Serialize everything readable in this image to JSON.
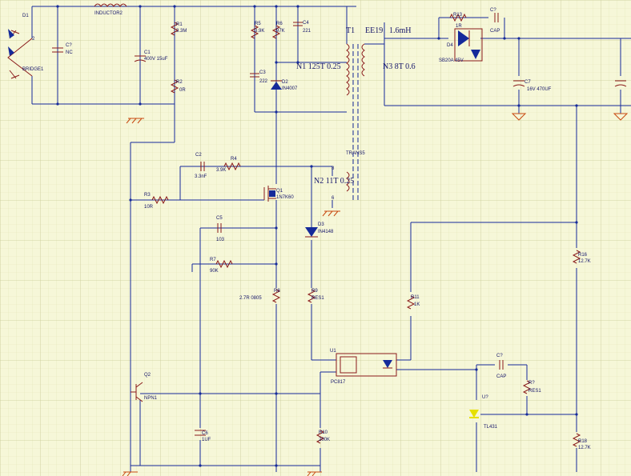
{
  "components": {
    "d1": {
      "ref": "D1",
      "value": "BRIDGE1",
      "pin": "2"
    },
    "l1": {
      "value": "INDUCTOR2"
    },
    "c8": {
      "ref": "C?",
      "value": "NC"
    },
    "c1": {
      "ref": "C1",
      "value": "400V 15uF"
    },
    "r1": {
      "ref": "R1",
      "value": "3.3M"
    },
    "r2": {
      "ref": "R2",
      "value": "0R"
    },
    "r5": {
      "ref": "R5",
      "value": "3.9K"
    },
    "r6": {
      "ref": "R6",
      "value": "97K"
    },
    "c4": {
      "ref": "C4",
      "value": "221"
    },
    "c3": {
      "ref": "C3",
      "value": "222"
    },
    "d2": {
      "ref": "D2",
      "value": "IN4007"
    },
    "t1": {
      "ref": "T1",
      "core": "EE19",
      "inductance": "1.6mH"
    },
    "n1": {
      "label": "N1 125T 0.25"
    },
    "n3": {
      "label": "N3 8T 0.6"
    },
    "n2": {
      "label": "N2 11T 0.25"
    },
    "trans": {
      "value": "TRANS5",
      "pin8": "8",
      "pin6": "6"
    },
    "r13": {
      "ref": "R13",
      "value": "1R"
    },
    "c9": {
      "ref": "C?",
      "value": "CAP"
    },
    "d4": {
      "ref": "D4",
      "value": "SB20A 45V"
    },
    "c7": {
      "ref": "C7",
      "value": "16V 470UF"
    },
    "c2": {
      "ref": "C2",
      "value": "3.3nF"
    },
    "r4": {
      "ref": "R4",
      "value": "3.9K"
    },
    "r3": {
      "ref": "R3",
      "value": "10R"
    },
    "q1": {
      "ref": "Q1",
      "value": "1N7K60"
    },
    "c5": {
      "ref": "C5",
      "value": "103"
    },
    "d3": {
      "ref": "D3",
      "value": "IN4148"
    },
    "r7": {
      "ref": "R7",
      "value": "90K"
    },
    "r8": {
      "ref": "R8",
      "value": "2.7R 0805"
    },
    "r9": {
      "ref": "R9",
      "value": "RES1"
    },
    "r11": {
      "ref": "R11",
      "value": "1K"
    },
    "r16": {
      "ref": "R16",
      "value": "12.7K"
    },
    "u1": {
      "ref": "U1",
      "value": "PC817"
    },
    "c10": {
      "ref": "C?",
      "value": "CAP"
    },
    "r12": {
      "ref": "R?",
      "value": "RES1"
    },
    "u2": {
      "ref": "U?",
      "value": "TL431"
    },
    "r18": {
      "ref": "R18",
      "value": "12.7K"
    },
    "q2": {
      "ref": "Q2",
      "value": "NPN1"
    },
    "c6": {
      "ref": "C6",
      "value": "1UF"
    },
    "r10": {
      "ref": "R10",
      "value": "200K"
    }
  },
  "colors": {
    "background": "#f6f7d8",
    "grid_minor": "#e3e4b8",
    "grid_major": "#c9cb98",
    "wire": "#152a9a",
    "part": "#8a1a1a",
    "ground": "#c84a10",
    "label": "#15156b",
    "tl431": "#e6e000"
  }
}
